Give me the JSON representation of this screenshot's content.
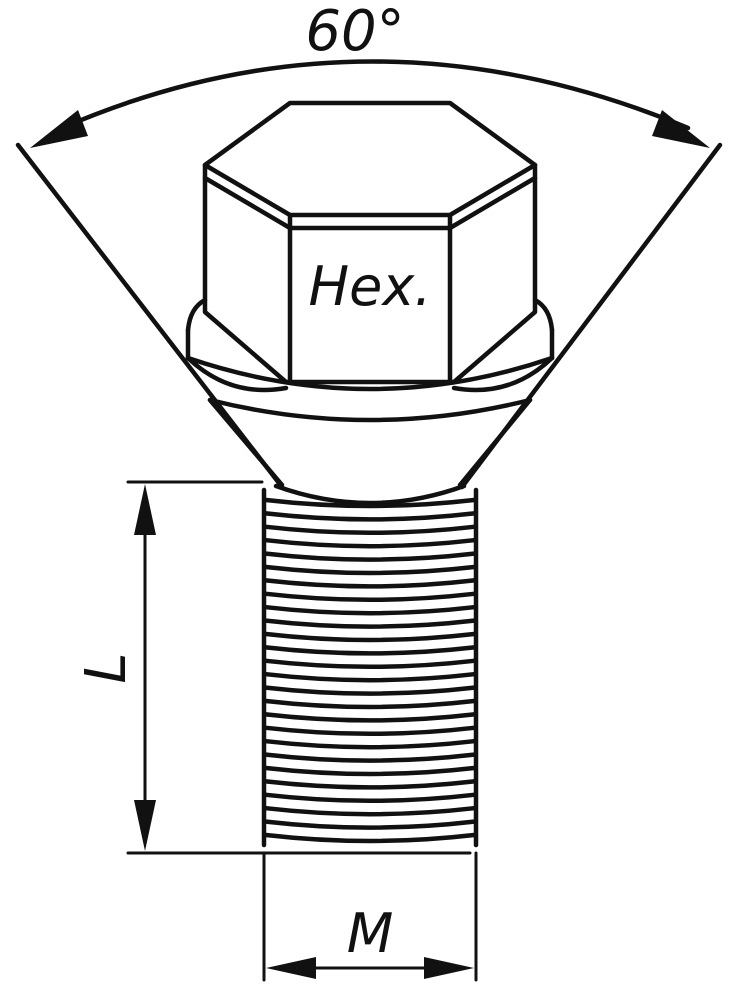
{
  "labels": {
    "angle": "60°",
    "head": "Hex.",
    "length": "L",
    "diameter": "M"
  },
  "colors": {
    "line": "#111111",
    "background": "#ffffff"
  }
}
